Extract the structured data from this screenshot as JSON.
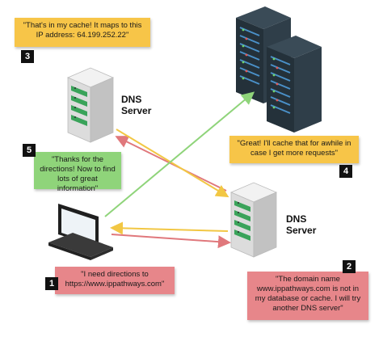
{
  "steps": [
    {
      "number": "1",
      "text": "\"I need directions to https://www.ippathways.com\""
    },
    {
      "number": "2",
      "text": "\"The domain name www.ippathways.com is not in my database or cache. I will try another DNS server\""
    },
    {
      "number": "3",
      "text": "\"That's in my cache! It maps to this IP address: 64.199.252.22\""
    },
    {
      "number": "4",
      "text": "\"Great! I'll cache that for awhile in case I get more requests\""
    },
    {
      "number": "5",
      "text": "\"Thanks for the directions! Now to find lots of great information\""
    }
  ],
  "labels": {
    "dns_server_top": "DNS Server",
    "dns_server_right": "DNS Server"
  },
  "colors": {
    "yellow": "#f7c548",
    "green": "#8fd47a",
    "red": "#e7868a",
    "arrow_yellow": "#f2c744",
    "arrow_red": "#e0787c",
    "arrow_green": "#8fd47a"
  }
}
